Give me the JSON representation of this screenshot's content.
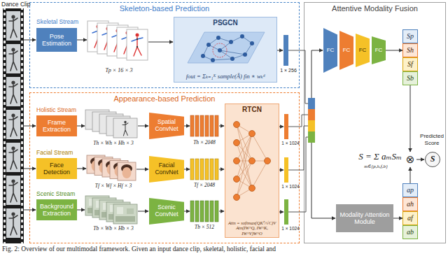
{
  "diagram": {
    "caption": "Fig. 2: Overview of our multimodal framework. Given an input dance clip, skeletal, holistic, facial and",
    "nodes": [
      {
        "text": [
          "Skeleton-based Prediction"
        ]
      },
      {
        "text": [
          "Pose Estimation"
        ],
        "in": 0
      },
      {
        "text": [
          "PSGCN",
          "fout = Σₖ₌₁ᴷ sample(Â) fin ∗ wₖᵈ"
        ],
        "in": 0
      },
      {
        "text": [
          "Appearance-based Prediction"
        ]
      },
      {
        "text": [
          "Frame Extraction"
        ],
        "in": 3
      },
      {
        "text": [
          "Spatial ConvNet"
        ],
        "in": 3
      },
      {
        "text": [
          "RTCN",
          "Attn = softmax(QKᵀ/√C)V",
          "Atn(IW^Q, IW^K, IW^V)W^O"
        ],
        "in": 3
      },
      {
        "text": [
          "Face Detection"
        ],
        "in": 3
      },
      {
        "text": [
          "Facial ConvNet"
        ],
        "in": 3
      },
      {
        "text": [
          "Background Extraction"
        ],
        "in": 3
      },
      {
        "text": [
          "Scenic ConvNet"
        ],
        "in": 3
      },
      {
        "text": [
          "Attentive Modality Fusion"
        ]
      },
      {
        "text": [
          "FC"
        ],
        "in": 11
      },
      {
        "text": [
          "FC"
        ],
        "in": 11
      },
      {
        "text": [
          "FC"
        ],
        "in": 11
      },
      {
        "text": [
          "FC"
        ],
        "in": 11
      },
      {
        "text": [
          "Sp"
        ],
        "in": 11
      },
      {
        "text": [
          "Sh"
        ],
        "in": 11
      },
      {
        "text": [
          "Sf"
        ],
        "in": 11
      },
      {
        "text": [
          "Sb"
        ],
        "in": 11
      },
      {
        "text": [
          "Modality Attention Module"
        ],
        "in": 11
      },
      {
        "text": [
          "ap"
        ],
        "in": 11
      },
      {
        "text": [
          "ah"
        ],
        "in": 11
      },
      {
        "text": [
          "af"
        ],
        "in": 11
      },
      {
        "text": [
          "ab"
        ],
        "in": 11
      },
      {
        "text": [
          "S"
        ],
        "in": 11
      }
    ],
    "edges": [
      {
        "from": 15,
        "to": 17,
        "arrow": "to"
      },
      {
        "from": 20,
        "to": 23,
        "arrow": "to"
      }
    ],
    "labels": [
      "Dance Clip",
      "Skeletal Stream",
      "Tp × 16 × 3",
      "1 × 256",
      "Holistic Stream",
      "Th × Wh × Hh × 3",
      "Th × 2048",
      "1 × 1024",
      "Facial Stream",
      "Tf × Wf × Hf × 3",
      "Tf × 2048",
      "1 × 1024",
      "Scenic Stream",
      "Tb × Wb × Hb × 3",
      "Tb × 512",
      "1 × 1024",
      "S = Σ aₘSₘ",
      "m∈{p,h,f,b}",
      "⊗",
      "Predicted Score"
    ]
  }
}
